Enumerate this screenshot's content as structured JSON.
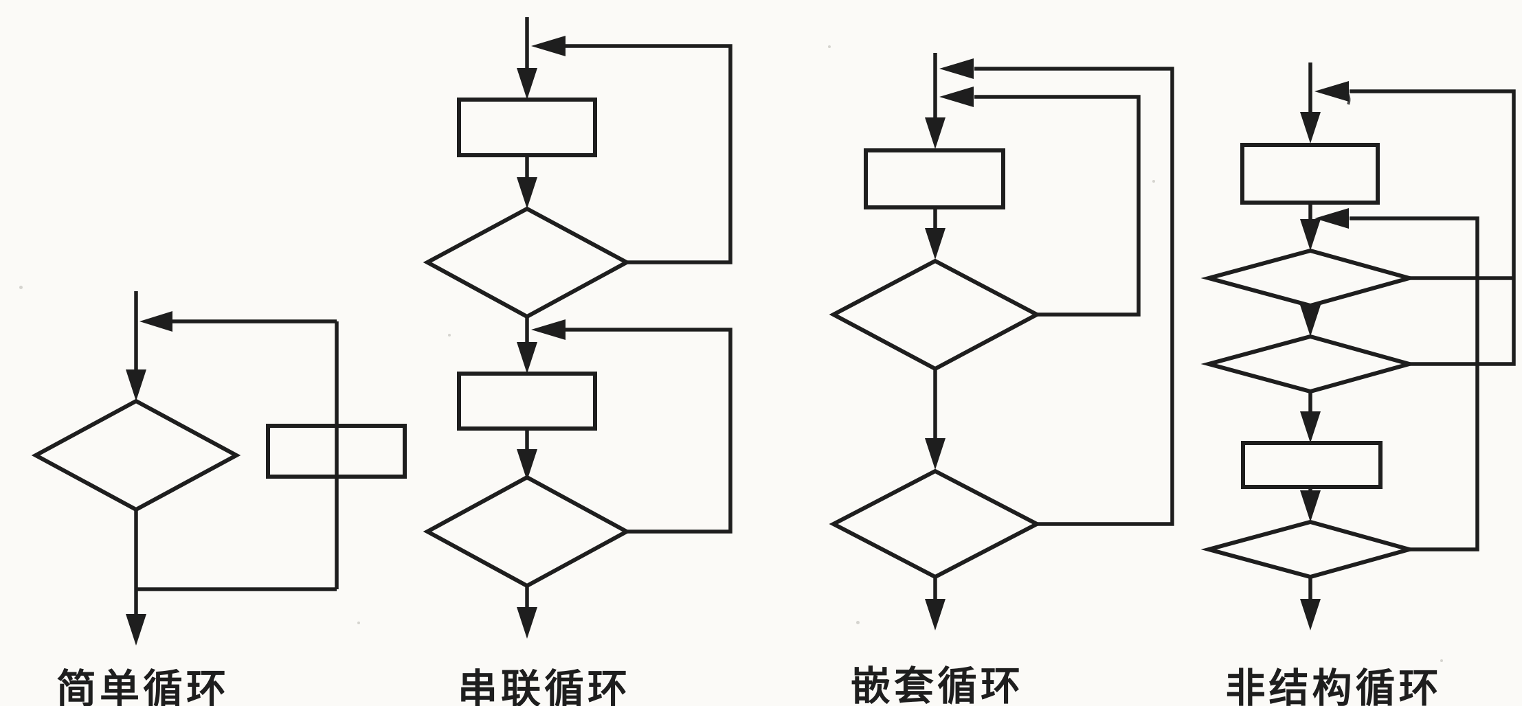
{
  "colors": {
    "paper": "#fbfaf7",
    "ink": "#1e1e1e"
  },
  "figure": {
    "type": "flowchart-comparison",
    "diagrams": [
      {
        "name": "simple-loop",
        "caption": "简单循环",
        "process_boxes": 1,
        "decision_diamonds": 1,
        "loopback_arrows": 1
      },
      {
        "name": "serial-loops",
        "caption": "串联循环",
        "process_boxes": 2,
        "decision_diamonds": 2,
        "loopback_arrows": 2
      },
      {
        "name": "nested-loops",
        "caption": "嵌套循环",
        "process_boxes": 1,
        "decision_diamonds": 2,
        "loopback_arrows": 2
      },
      {
        "name": "non-structured-loop",
        "caption": "非结构循环",
        "process_boxes": 2,
        "decision_diamonds": 3,
        "loopback_arrows": 2
      }
    ]
  }
}
